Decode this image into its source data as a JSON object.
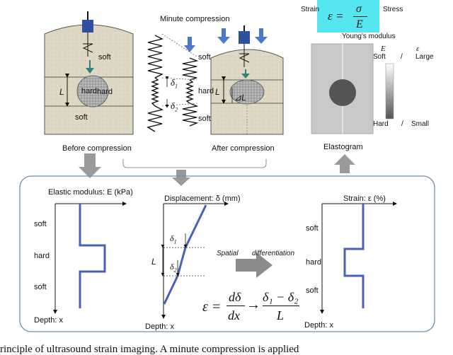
{
  "top": {
    "minute_compression": "Minute compression",
    "before_compression": "Before compression",
    "after_compression": "After compression",
    "elastogram": "Elastogram",
    "soft_upper": "soft",
    "hard_mid": "hard",
    "soft_lower": "soft",
    "hard_in_circle": "hard",
    "L": "L",
    "delta_L": "L",
    "delta1": "δ",
    "delta1_sub": "1",
    "delta2": "δ",
    "delta2_sub": "2"
  },
  "equation": {
    "strain_label": "Strain",
    "stress_label": "Stress",
    "epsilon": "ε =",
    "sigma": "σ",
    "E": "E",
    "youngs_modulus": "Young's modulus"
  },
  "colorbar": {
    "E_symbol": "E",
    "eps_symbol": "ε",
    "soft": "Soft",
    "slash1": "/",
    "large": "Large",
    "hard": "Hard",
    "slash2": "/",
    "small": "Small"
  },
  "bottom": {
    "elastic_title": "Elastic modulus: E (kPa)",
    "disp_title": "Displacement: δ (mm)",
    "strain_title": "Strain: ε (%)",
    "soft1": "soft",
    "hard1": "hard",
    "soft2": "soft",
    "soft3": "soft",
    "hard3": "hard",
    "soft4": "soft",
    "depth1": "Depth: x",
    "depth2": "Depth: x",
    "depth3": "Depth: x",
    "L": "L",
    "d1": "δ",
    "d1_sub": "1",
    "d2": "δ",
    "d2_sub": "2",
    "spatial": "Spatial",
    "differentiation": "differentiation",
    "formula_lhs": "ε =",
    "d_delta": "dδ",
    "dx": "dx",
    "arrow": "→",
    "num": "δ₁ − δ₂",
    "den": "L"
  },
  "caption": "rinciple of ultrasound strain imaging. A minute compression is applied",
  "colors": {
    "tissue": "#ded7c4",
    "blue_line": "#4a5fb8",
    "arrow_gray": "#9a9a9a",
    "probe_blue": "#2f4f9f",
    "teal_arrow": "#2f7f7a",
    "equation_bg": "#55e6ef",
    "panel_border": "#6f8fa8"
  }
}
